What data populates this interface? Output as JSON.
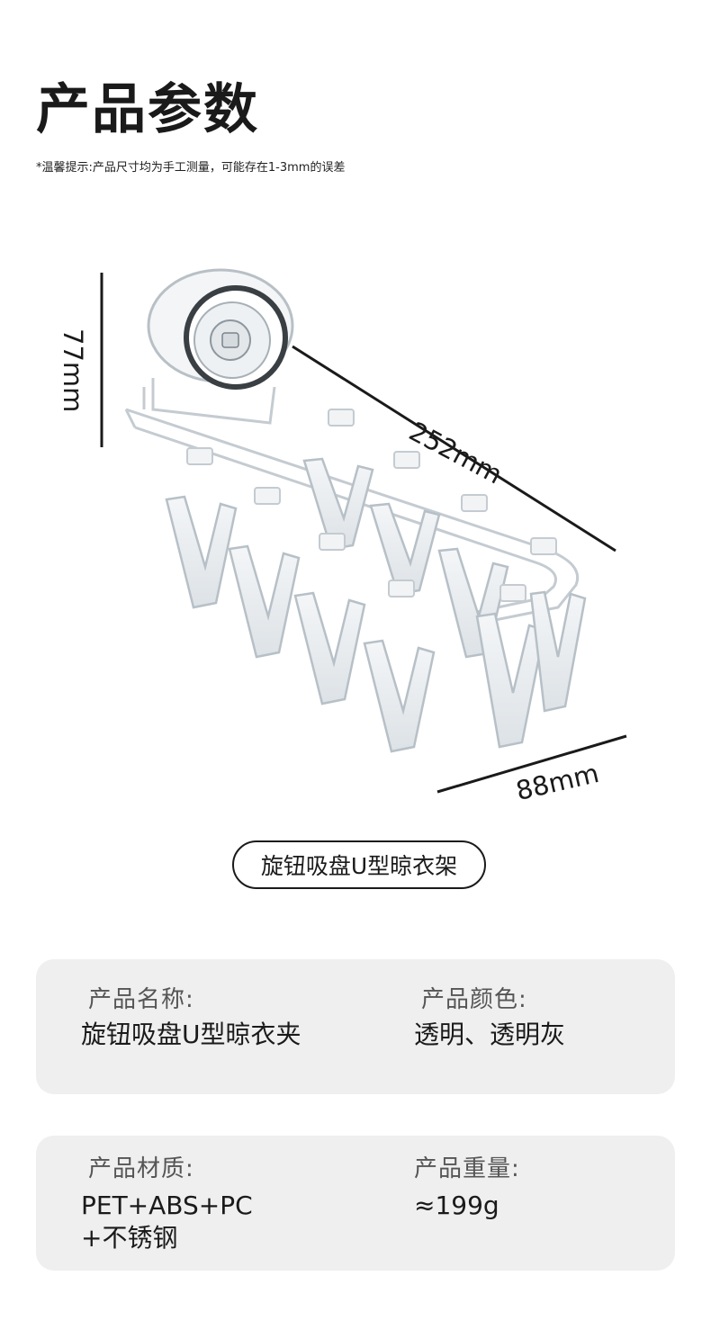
{
  "header": {
    "title": "产品参数",
    "note": "*温馨提示:产品尺寸均为手工测量，可能存在1-3mm的误差"
  },
  "dimensions": {
    "height": "77mm",
    "length": "252mm",
    "width": "88mm"
  },
  "product_badge": "旋钮吸盘U型晾衣架",
  "specs": {
    "name_label": "产品名称:",
    "name_value": "旋钮吸盘U型晾衣夹",
    "color_label": "产品颜色:",
    "color_value": "透明、透明灰",
    "material_label": "产品材质:",
    "material_value_line1": "PET+ABS+PC",
    "material_value_line2": "+不锈钢",
    "weight_label": "产品重量:",
    "weight_value": "≈199g"
  }
}
